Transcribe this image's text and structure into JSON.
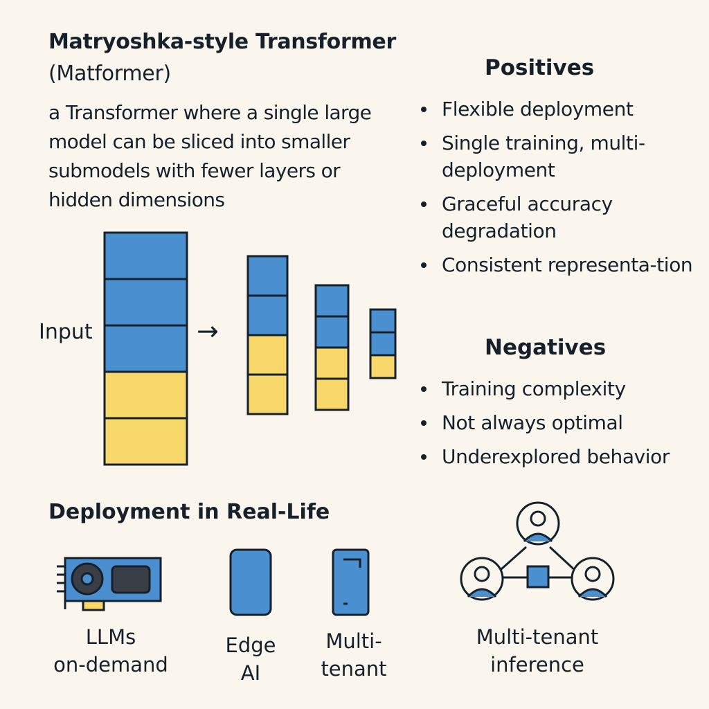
{
  "title": {
    "bold": "Matryoshka-style Transformer ",
    "normal": "(Matformer)"
  },
  "description": "a Transformer where a single large model can be sliced into smaller submodels with fewer layers or hidden dimensions",
  "diagram": {
    "input_label": "Input",
    "arrow": "→",
    "colors": {
      "blue": "#4a8fd0",
      "yellow": "#f8d86a",
      "outline": "#15202b"
    },
    "blocks": [
      {
        "name": "full-model",
        "layers": [
          "blue",
          "blue",
          "blue",
          "yellow",
          "yellow"
        ]
      },
      {
        "name": "submodel-large",
        "layers": [
          "blue",
          "blue",
          "yellow",
          "yellow"
        ]
      },
      {
        "name": "submodel-medium",
        "layers": [
          "blue",
          "blue",
          "yellow",
          "yellow"
        ]
      },
      {
        "name": "submodel-small",
        "layers": [
          "blue",
          "blue",
          "yellow"
        ]
      }
    ]
  },
  "positives": {
    "heading": "Positives",
    "items": [
      "Flexible deployment",
      "Single training, multi-deployment",
      "Graceful accuracy degradation",
      "Consistent representa-tion"
    ]
  },
  "negatives": {
    "heading": "Negatives",
    "items": [
      "Training complexity",
      "Not always optimal",
      "Underexplored behavior"
    ]
  },
  "deployment": {
    "heading": "Deployment in Real-Life",
    "items": [
      {
        "icon": "gpu-card-icon",
        "caption": "LLMs\non-demand"
      },
      {
        "icon": "phone-icon",
        "caption": "Edge\nAI"
      },
      {
        "icon": "tablet-icon",
        "caption": "Multi-\ntenant"
      },
      {
        "icon": "user-network-icon",
        "caption": "Multi-tenant\ninference"
      }
    ]
  }
}
